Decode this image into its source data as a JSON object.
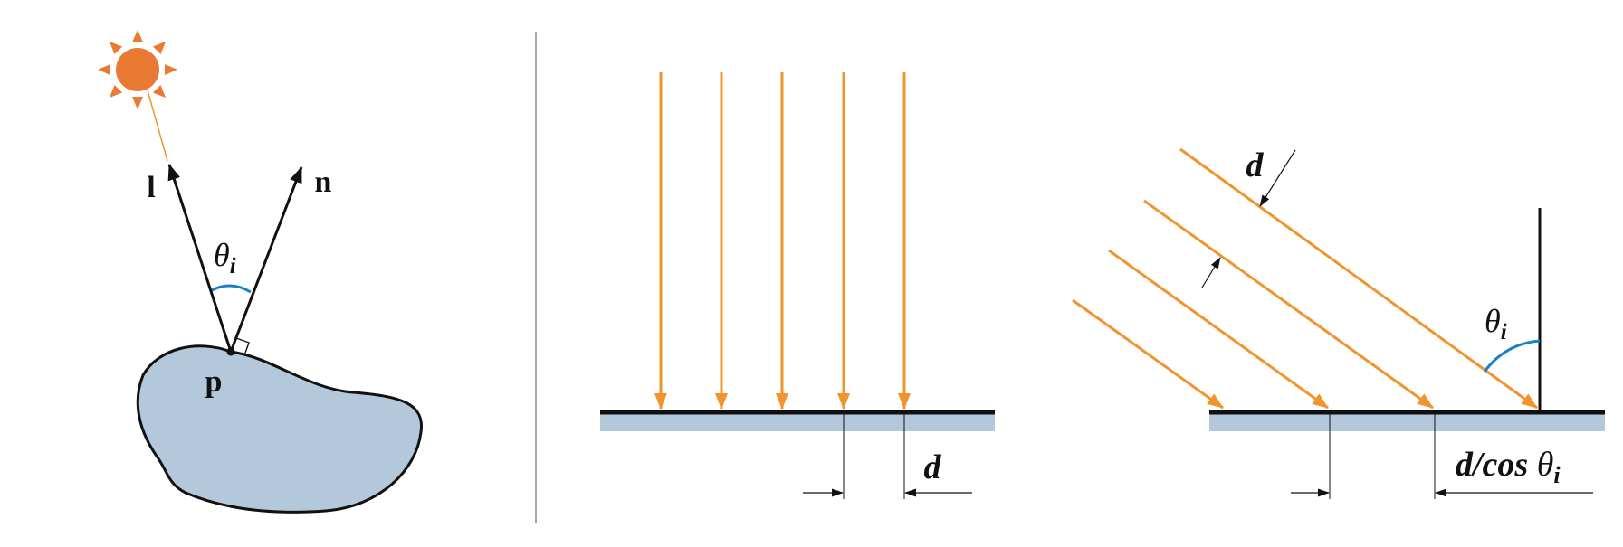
{
  "colors": {
    "light_ray": "#f0952e",
    "sun": "#e87a33",
    "object_fill": "#b4c8dc",
    "surface": "#b4c8dc",
    "angle_arc": "#1a7fc6",
    "line": "#111111",
    "divider": "#888888"
  },
  "icons": {
    "sun": "sun-icon"
  },
  "left_panel": {
    "light_label": "l",
    "normal_label": "n",
    "angle_symbol": "θ",
    "angle_subscript": "i",
    "point_label": "p"
  },
  "middle_panel": {
    "spacing_label": "d"
  },
  "right_panel": {
    "spacing_label": "d",
    "angle_symbol": "θ",
    "angle_subscript": "i",
    "projected_prefix": "d/cos ",
    "projected_symbol": "θ",
    "projected_subscript": "i"
  }
}
